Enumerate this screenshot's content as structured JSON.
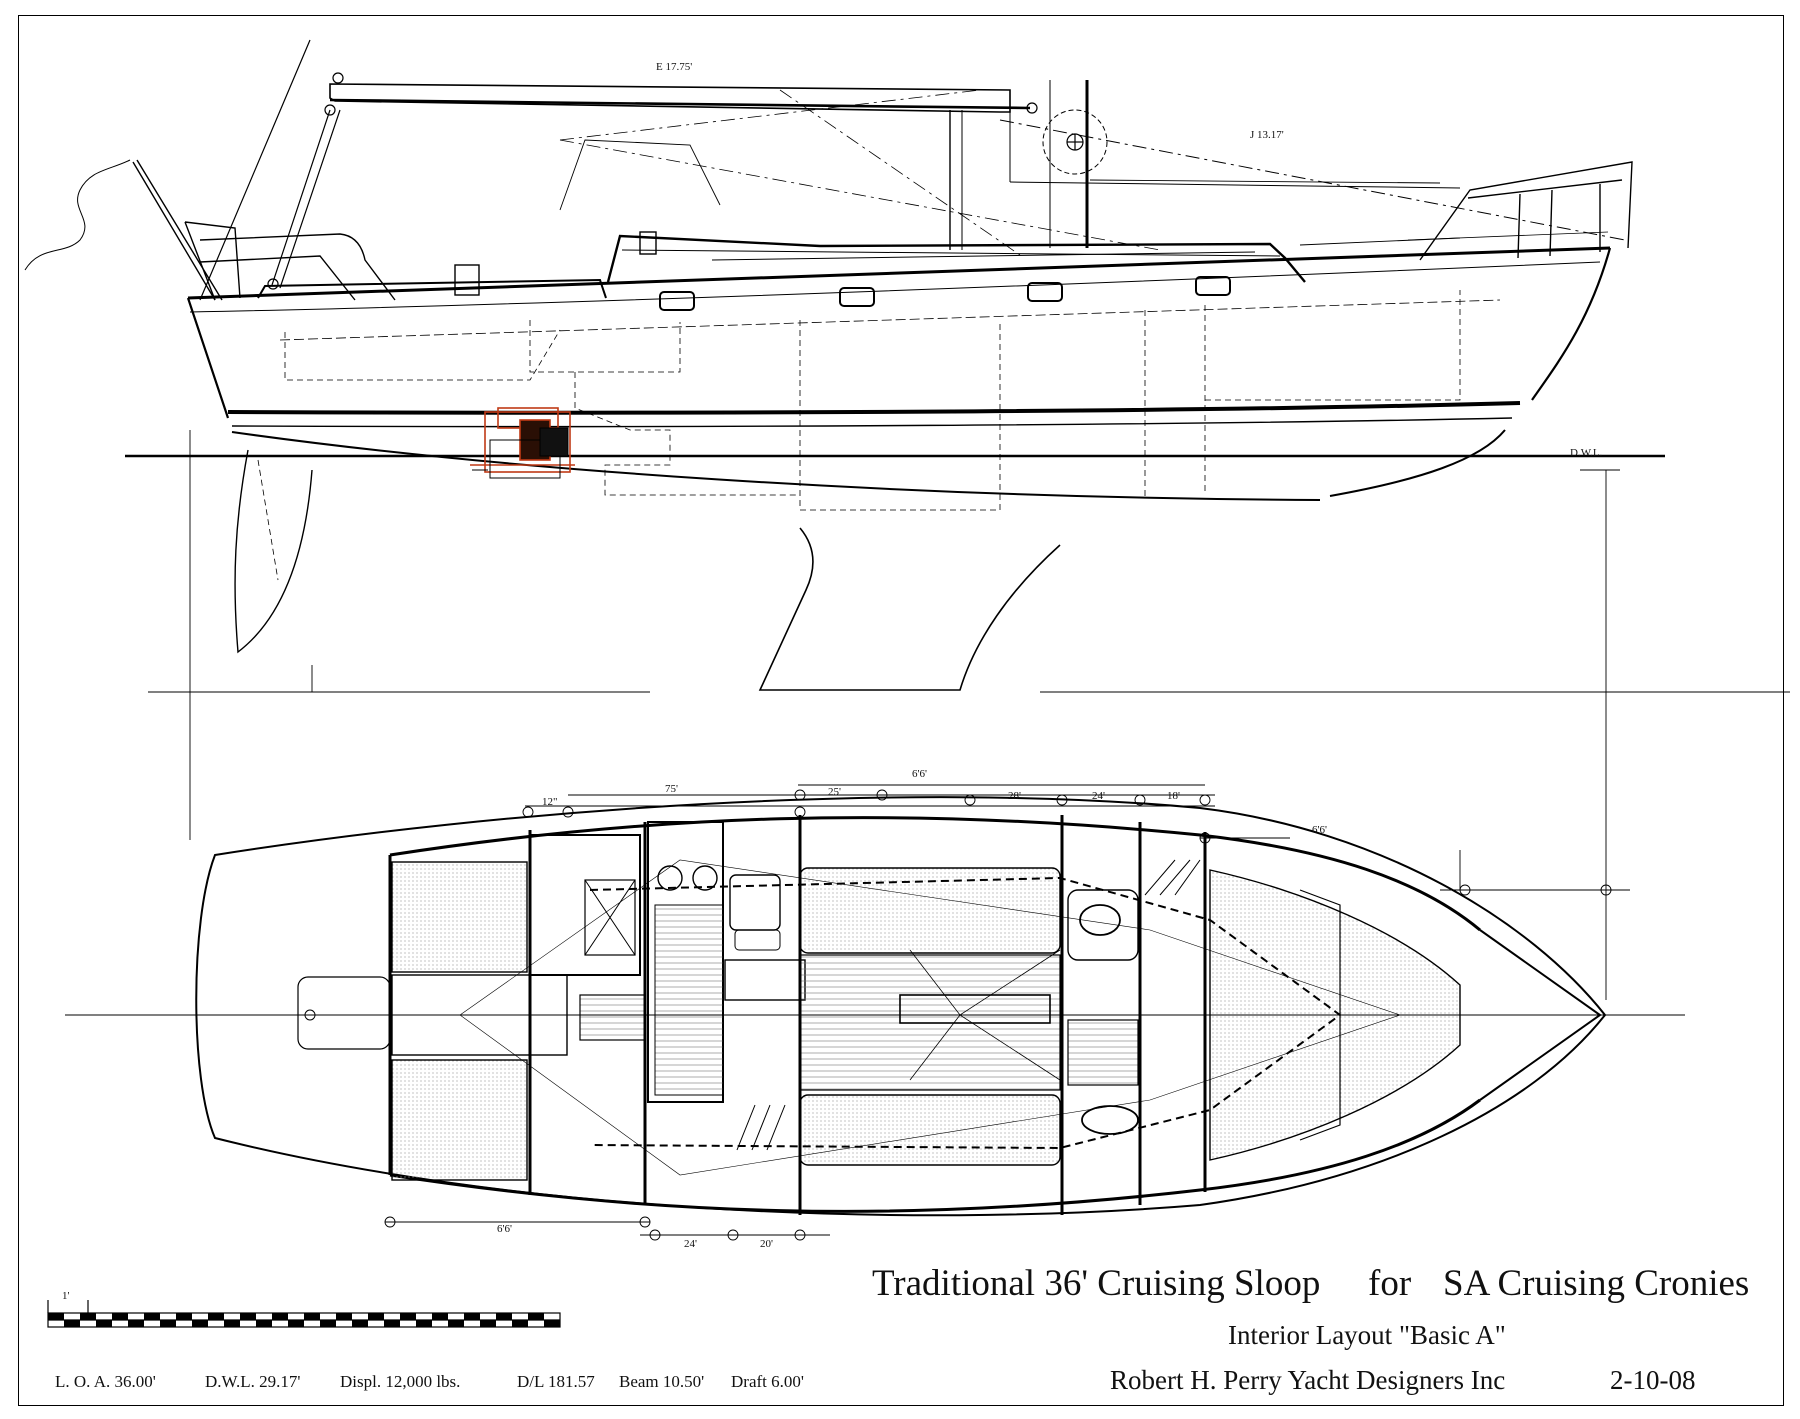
{
  "title": {
    "main": "Traditional 36' Cruising Sloop",
    "for": "for",
    "client": "SA Cruising Cronies",
    "layout": "Interior Layout \"Basic A\"",
    "designer": "Robert H. Perry Yacht Designers Inc",
    "date": "2-10-08"
  },
  "specs": {
    "loa": "L. O. A.   36.00'",
    "dwl": "D.W.L.   29.17'",
    "displ": "Displ.  12,000 lbs.",
    "dl": "D/L 181.57",
    "beam": "Beam 10.50'",
    "draft": "Draft   6.00'"
  },
  "rig": {
    "e": "E  17.75'",
    "j": "J  13.17'"
  },
  "waterline_label": "D.W.L.",
  "scale_label": "1'",
  "plan_dimensions": {
    "top": [
      "12\"",
      "75'",
      "25'",
      "6'6'",
      "28'",
      "24'",
      "18'",
      "6'6'"
    ],
    "bottom": [
      "6'6'",
      "24'",
      "20'"
    ]
  },
  "colors": {
    "line": "#000000",
    "engine": "#c03a16",
    "shading": "#e6e6e6"
  }
}
